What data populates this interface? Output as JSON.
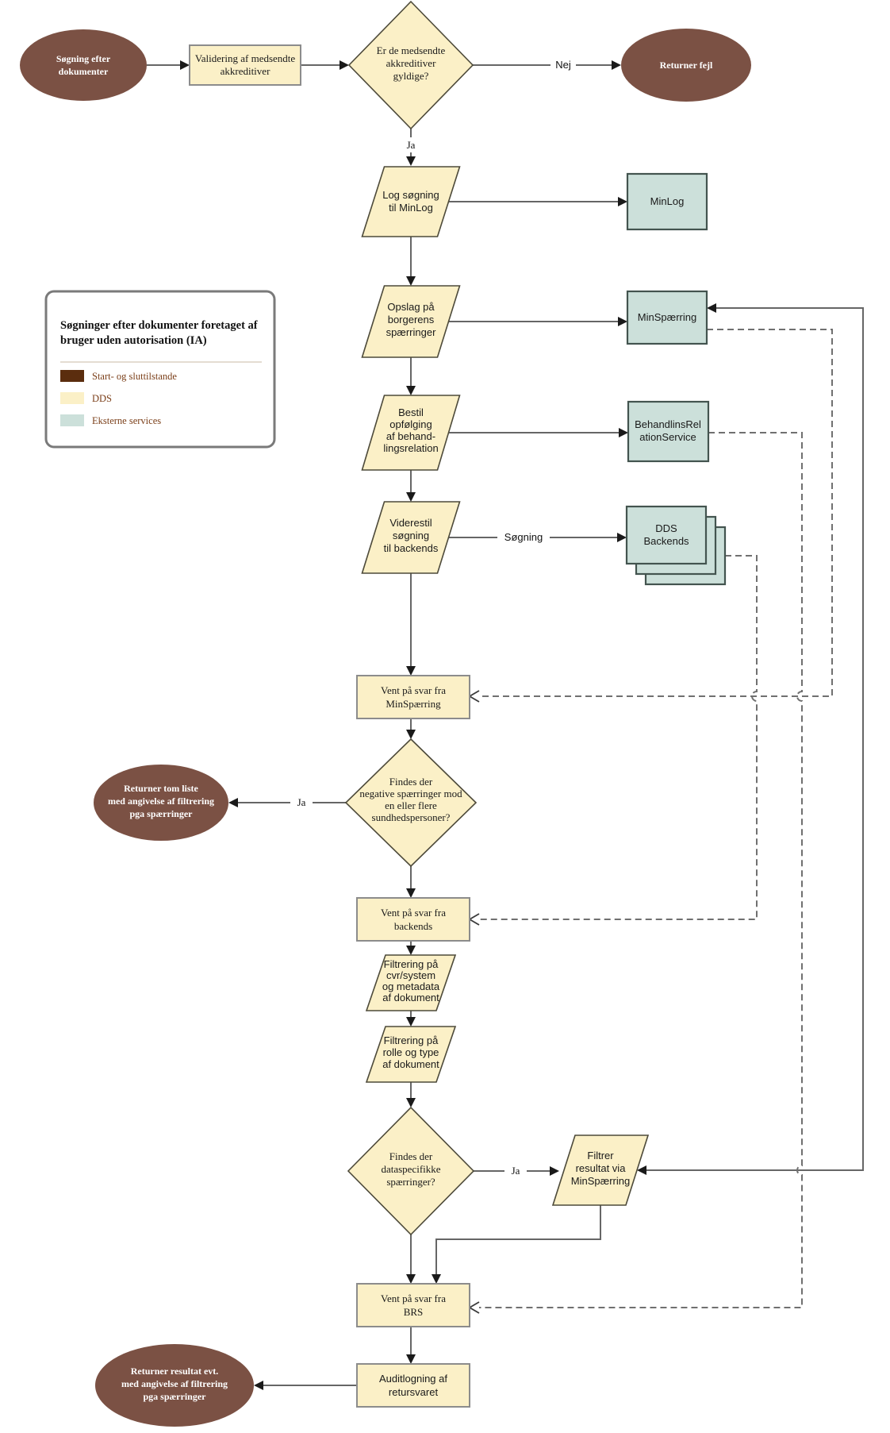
{
  "diagram": {
    "colors": {
      "start_end_node": "#7B5144",
      "dds_node": "#FBF0C7",
      "external_service_node": "#CCE0DA",
      "connector": "#666666"
    },
    "legend": {
      "title": [
        "Søgninger efter dokumenter foretaget af",
        "bruger uden autorisation (IA)"
      ],
      "items": [
        {
          "label": "Start- og sluttilstande",
          "color": "#5B2D0E"
        },
        {
          "label": "DDS",
          "color": "#FBF0C7"
        },
        {
          "label": "Eksterne services",
          "color": "#CCE0DA"
        }
      ]
    },
    "nodes": {
      "start": {
        "lines": [
          "Søgning efter",
          "dokumenter"
        ]
      },
      "validate": {
        "lines": [
          "Validering af medsendte",
          "akkreditiver"
        ]
      },
      "decision_credentials": {
        "lines": [
          "Er de medsendte",
          "akkreditiver",
          "gyldige?"
        ]
      },
      "return_error": {
        "lines": [
          "Returner fejl"
        ]
      },
      "log_search": {
        "lines": [
          "Log søgning",
          "til MinLog"
        ]
      },
      "minlog": {
        "lines": [
          "MinLog"
        ]
      },
      "lookup_blocks": {
        "lines": [
          "Opslag på",
          "borgerens",
          "spærringer"
        ]
      },
      "minspaerring": {
        "lines": [
          "MinSpærring"
        ]
      },
      "order_followup": {
        "lines": [
          "Bestil",
          "opfølging",
          "af behand-",
          "lingsrelation"
        ]
      },
      "behandlingsrelation": {
        "lines": [
          "BehandlinsRel",
          "ationService"
        ]
      },
      "forward_search": {
        "lines": [
          "Viderestil",
          "søgning",
          "til backends"
        ]
      },
      "dds_backends": {
        "lines": [
          "DDS",
          "Backends"
        ]
      },
      "wait_minspaerring": {
        "lines": [
          "Vent på svar fra",
          "MinSpærring"
        ]
      },
      "decision_negative": {
        "lines": [
          "Findes der",
          "negative spærringer mod",
          "en eller flere",
          "sundhedspersoner?"
        ]
      },
      "return_empty": {
        "lines": [
          "Returner tom liste",
          "med angivelse af filtrering",
          "pga spærringer"
        ]
      },
      "wait_backends": {
        "lines": [
          "Vent på svar fra",
          "backends"
        ]
      },
      "filter_cvr": {
        "lines": [
          "Filtrering på",
          "cvr/system",
          "og metadata",
          "af dokument"
        ]
      },
      "filter_role": {
        "lines": [
          "Filtrering på",
          "rolle og type",
          "af dokument"
        ]
      },
      "decision_dataspecific": {
        "lines": [
          "Findes der",
          "dataspecifikke",
          "spærringer?"
        ]
      },
      "filter_minspaerring": {
        "lines": [
          "Filtrer",
          "resultat via",
          "MinSpærring"
        ]
      },
      "wait_brs": {
        "lines": [
          "Vent på svar fra",
          "BRS"
        ]
      },
      "audit_log": {
        "lines": [
          "Auditlogning af",
          "retursvaret"
        ]
      },
      "return_result": {
        "lines": [
          "Returner resultat evt.",
          "med angivelse af filtrering",
          "pga spærringer"
        ]
      }
    },
    "edge_labels": {
      "nej": "Nej",
      "ja_credentials": "Ja",
      "soegning": "Søgning",
      "ja_negative": "Ja",
      "ja_dataspecific": "Ja"
    }
  }
}
